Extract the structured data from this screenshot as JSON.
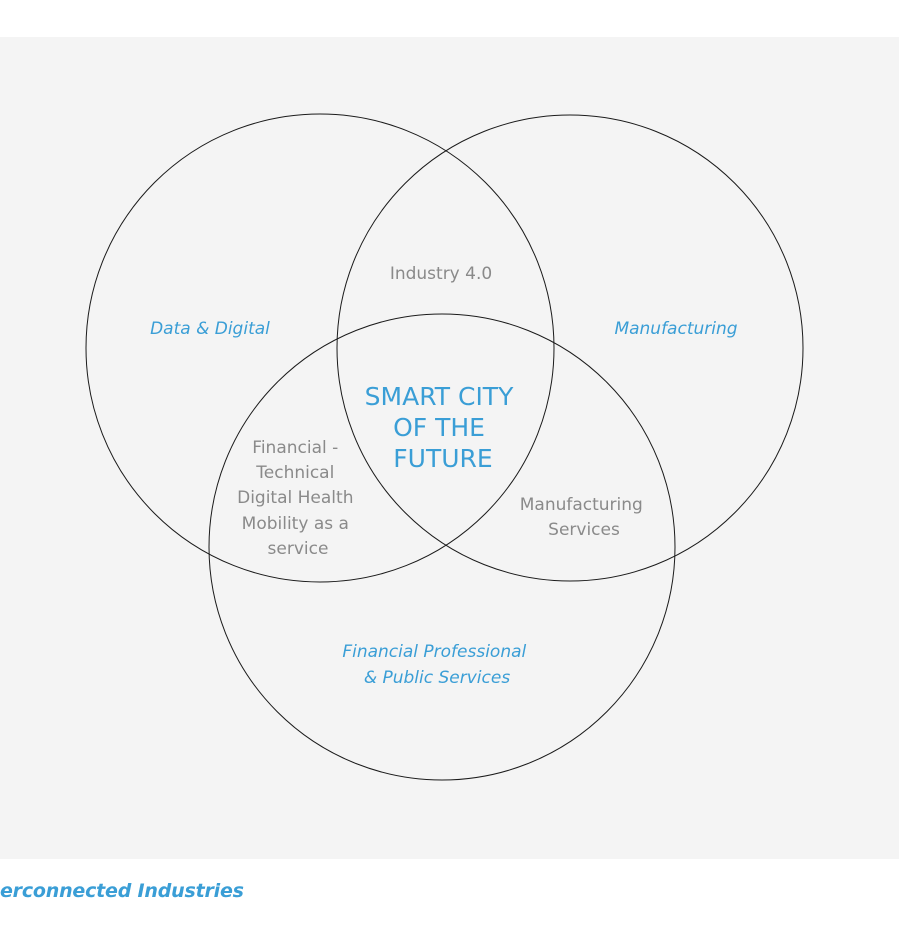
{
  "diagram": {
    "sets": {
      "top_left": "Data & Digital",
      "top_right": "Manufacturing",
      "bottom": "Financial Professional & Public Services",
      "bottom_lines": [
        "Financial Professional",
        "& Public Services"
      ]
    },
    "overlaps": {
      "top_left_top_right": "Industry 4.0",
      "top_left_bottom_lines": [
        "Financial -",
        "Technical",
        "Digital Health",
        "Mobility as a",
        "service"
      ],
      "top_right_bottom_lines": [
        "Manufacturing",
        "Services"
      ],
      "center_lines": [
        "SMART CITY",
        "OF THE",
        "FUTURE"
      ]
    }
  },
  "caption": "erconnected Industries",
  "colors": {
    "accent": "#3a9ed6",
    "muted_text": "#8a8a8a",
    "panel_background": "#f4f4f4",
    "circle_stroke": "#1a1a1a"
  }
}
